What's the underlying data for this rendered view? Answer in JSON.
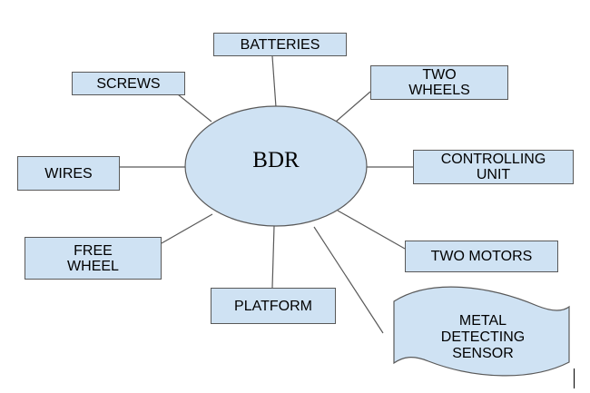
{
  "diagram": {
    "center": {
      "label": "BDR"
    },
    "nodes": {
      "batteries": {
        "label": "BATTERIES"
      },
      "screws": {
        "label": "SCREWS"
      },
      "two_wheels": {
        "line1": "TWO",
        "line2": "WHEELS"
      },
      "wires": {
        "label": "WIRES"
      },
      "controlling_unit": {
        "line1": "CONTROLLING",
        "line2": "UNIT"
      },
      "free_wheel": {
        "line1": "FREE",
        "line2": "WHEEL"
      },
      "two_motors": {
        "label": "TWO MOTORS"
      },
      "platform": {
        "label": "PLATFORM"
      },
      "metal_detecting_sensor": {
        "line1": "METAL",
        "line2": "DETECTING",
        "line3": "SENSOR"
      }
    },
    "colors": {
      "fill": "#cfe2f3",
      "stroke": "#595959",
      "text": "#000000"
    }
  }
}
